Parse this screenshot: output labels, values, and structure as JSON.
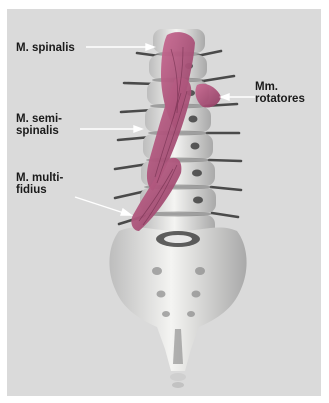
{
  "labels": {
    "spinalis": "M. spinalis",
    "rotatores": "Mm.\nrotatores",
    "semispinalis": "M. semi-\nspinalis",
    "multifidus": "M. multi-\nfidius"
  },
  "colors": {
    "background": "#dadada",
    "bone": "#f2f2f0",
    "bone_shadow": "#8f8f8f",
    "muscle": "#b85a82",
    "muscle_dark": "#7d3556",
    "leader_line": "#ffffff"
  }
}
